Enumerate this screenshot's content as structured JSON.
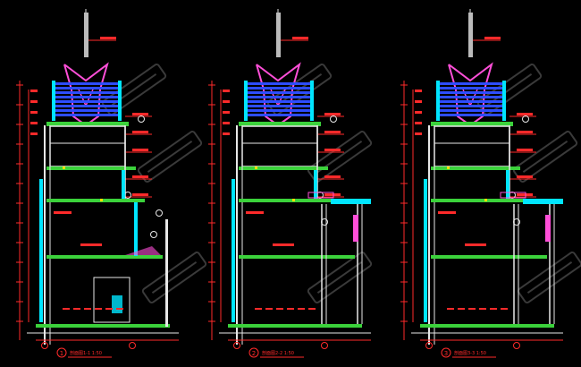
{
  "drawing": {
    "background": "#000000",
    "colors": {
      "wall": "#e8e8e8",
      "dim": "#ff2a2a",
      "dimText": "#ff2a2a",
      "cyan": "#00e5ff",
      "green": "#3bd23b",
      "spire": "#ff4fd8",
      "blue": "#2d4dff",
      "yellow": "#ffe000",
      "watermark": "#3a3a3a"
    },
    "sections": [
      {
        "id": "1",
        "number": "1",
        "title": "剖面图1-1  1:50"
      },
      {
        "id": "2",
        "number": "2",
        "title": "剖面图2-2  1:50"
      },
      {
        "id": "3",
        "number": "3",
        "title": "剖面图3-3  1:50"
      }
    ]
  }
}
